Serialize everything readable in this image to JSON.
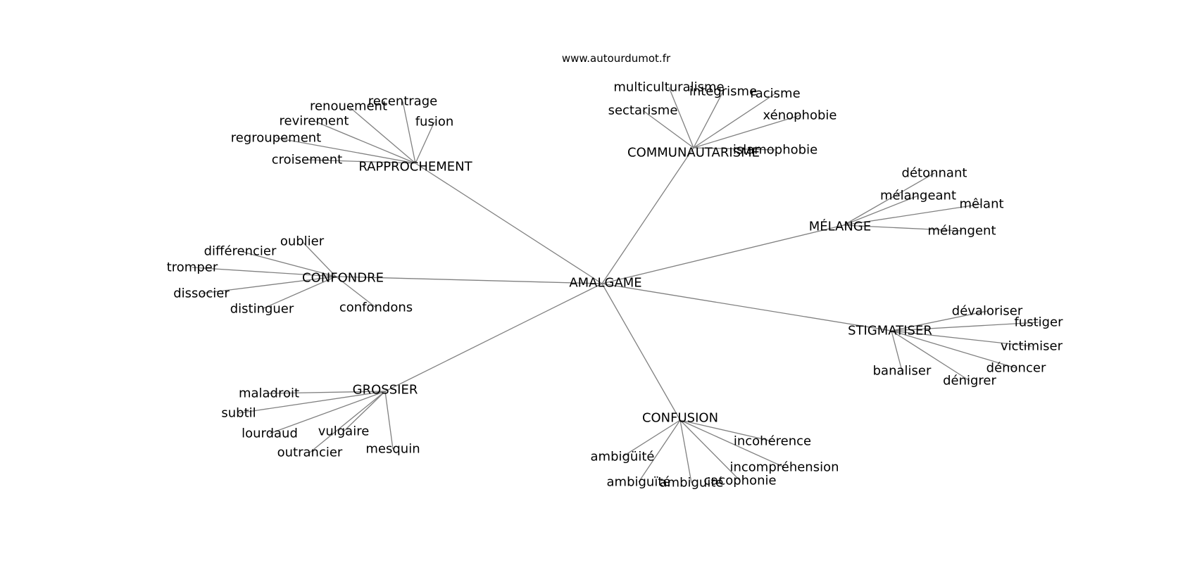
{
  "source_label": "www.autourdumot.fr",
  "edge_color": "#808080",
  "text_color": "#000000",
  "center": "AMALGAME",
  "branches": [
    {
      "hub": "RAPPROCHEMENT",
      "words": [
        "renouement",
        "recentrage",
        "revirement",
        "fusion",
        "regroupement",
        "croisement"
      ]
    },
    {
      "hub": "COMMUNAUTARISME",
      "words": [
        "multiculturalisme",
        "intégrisme",
        "racisme",
        "sectarisme",
        "xénophobie",
        "islamophobie"
      ]
    },
    {
      "hub": "MÉLANGE",
      "words": [
        "détonnant",
        "mélangeant",
        "mêlant",
        "mélangent"
      ]
    },
    {
      "hub": "CONFONDRE",
      "words": [
        "oublier",
        "différencier",
        "tromper",
        "dissocier",
        "distinguer",
        "confondons"
      ]
    },
    {
      "hub": "STIGMATISER",
      "words": [
        "dévaloriser",
        "fustiger",
        "victimiser",
        "dénoncer",
        "banaliser",
        "dénigrer"
      ]
    },
    {
      "hub": "GROSSIER",
      "words": [
        "maladroit",
        "subtil",
        "lourdaud",
        "vulgaire",
        "outrancier",
        "mesquin"
      ]
    },
    {
      "hub": "CONFUSION",
      "words": [
        "incohérence",
        "ambigüité",
        "incompréhension",
        "ambiguïté",
        "ambiguité",
        "cacophonie"
      ]
    }
  ]
}
